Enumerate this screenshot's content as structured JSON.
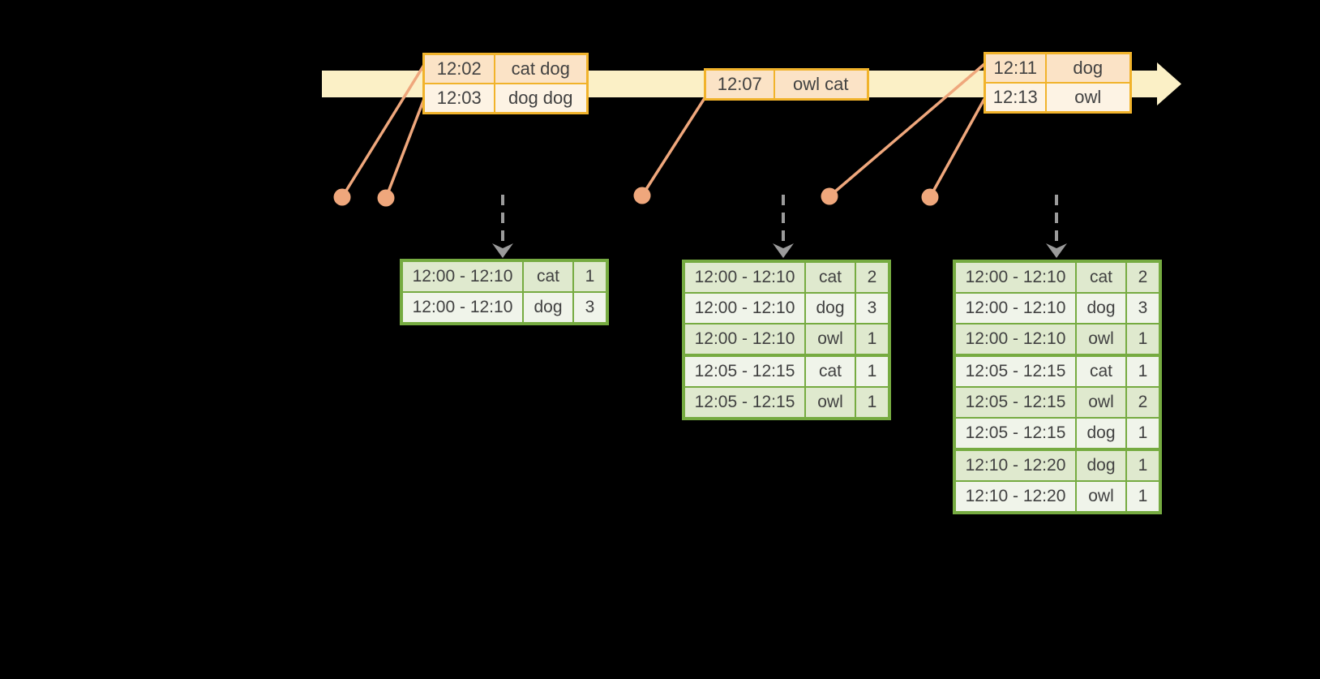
{
  "colors": {
    "background": "#000000",
    "timeline_fill": "#FBF0C6",
    "event_border": "#F1B32B",
    "event_row_dark": "#FBE3C6",
    "event_row_light": "#FDF3E4",
    "connector": "#EFA77C",
    "result_border": "#76AB41",
    "result_row_dark": "#DFE9CE",
    "result_row_light": "#F0F4EA",
    "arrow_gray": "#9B9B9B",
    "text": "#414141"
  },
  "event_tables": [
    {
      "rows": [
        [
          "12:02",
          "cat dog"
        ],
        [
          "12:03",
          "dog dog"
        ]
      ]
    },
    {
      "rows": [
        [
          "12:07",
          "owl cat"
        ]
      ]
    },
    {
      "rows": [
        [
          "12:11",
          "dog"
        ],
        [
          "12:13",
          "owl"
        ]
      ]
    }
  ],
  "result_tables": [
    {
      "group_breaks": [],
      "rows": [
        [
          "12:00 - 12:10",
          "cat",
          "1"
        ],
        [
          "12:00 - 12:10",
          "dog",
          "3"
        ]
      ]
    },
    {
      "group_breaks": [
        3
      ],
      "rows": [
        [
          "12:00 - 12:10",
          "cat",
          "2"
        ],
        [
          "12:00 - 12:10",
          "dog",
          "3"
        ],
        [
          "12:00 - 12:10",
          "owl",
          "1"
        ],
        [
          "12:05 - 12:15",
          "cat",
          "1"
        ],
        [
          "12:05 - 12:15",
          "owl",
          "1"
        ]
      ]
    },
    {
      "group_breaks": [
        3,
        6
      ],
      "rows": [
        [
          "12:00 - 12:10",
          "cat",
          "2"
        ],
        [
          "12:00 - 12:10",
          "dog",
          "3"
        ],
        [
          "12:00 - 12:10",
          "owl",
          "1"
        ],
        [
          "12:05 - 12:15",
          "cat",
          "1"
        ],
        [
          "12:05 - 12:15",
          "owl",
          "2"
        ],
        [
          "12:05 - 12:15",
          "dog",
          "1"
        ],
        [
          "12:10 - 12:20",
          "dog",
          "1"
        ],
        [
          "12:10 - 12:20",
          "owl",
          "1"
        ]
      ]
    }
  ]
}
